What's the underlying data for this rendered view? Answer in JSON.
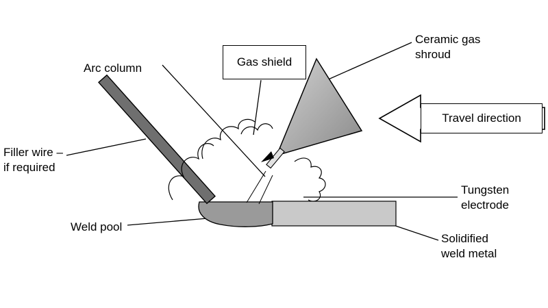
{
  "labels": {
    "arc_column": "Arc column",
    "gas_shield": "Gas shield",
    "ceramic_gas_shroud": "Ceramic gas\nshroud",
    "travel_direction": "Travel direction",
    "filler_wire": "Filler wire –\nif required",
    "tungsten_electrode": "Tungsten\nelectrode",
    "weld_pool": "Weld pool",
    "solidified_weld_metal": "Solidified\nweld metal"
  },
  "colors": {
    "background": "#ffffff",
    "outline": "#000000",
    "filler_wire": "#6f6f6f",
    "shroud_light": "#d2d2d2",
    "shroud_dark": "#8a8a8a",
    "weld_pool": "#9a9a9a",
    "solidified_metal": "#c9c9c9"
  }
}
